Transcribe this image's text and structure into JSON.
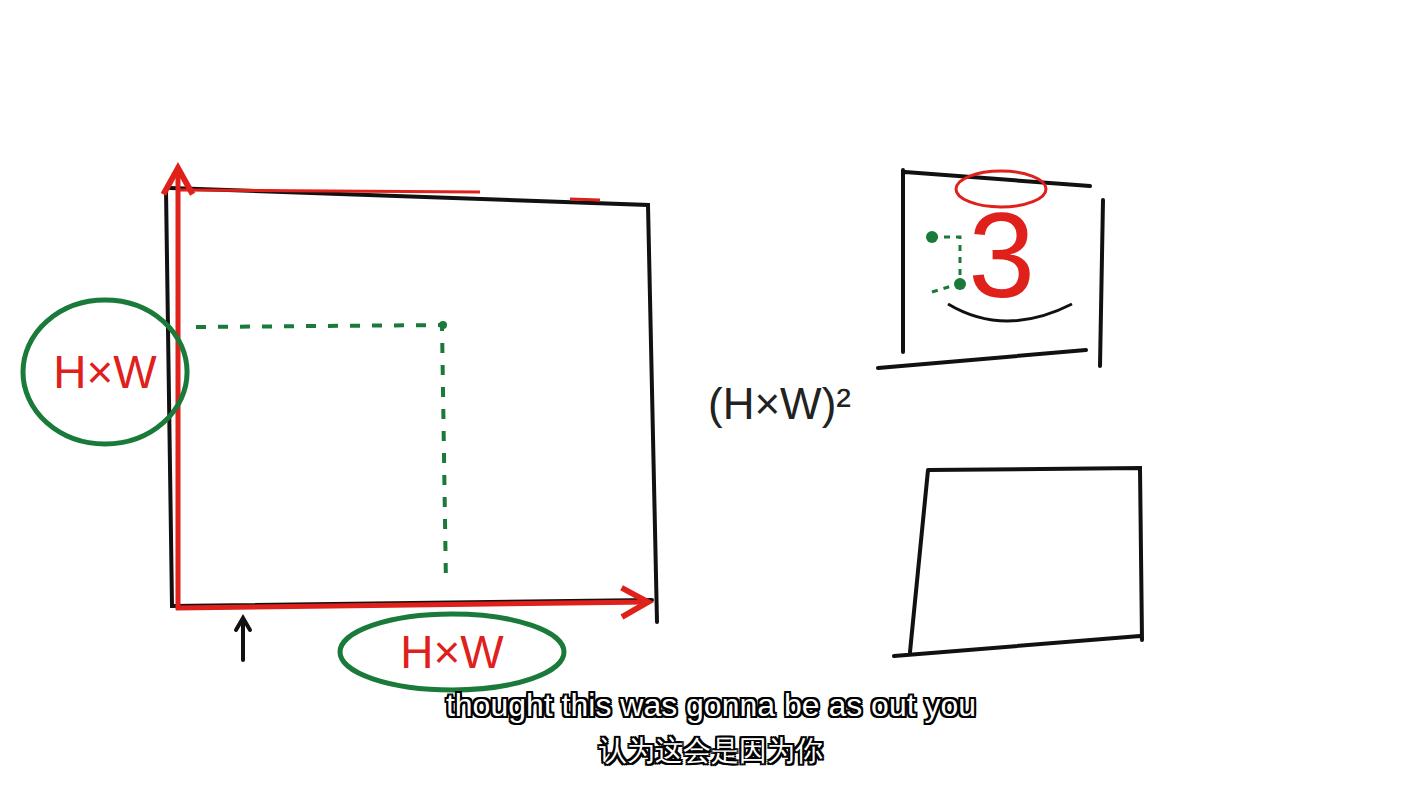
{
  "diagram": {
    "nodes": [
      {
        "text": [
          "H×W"
        ]
      },
      {
        "text": [
          "H×W"
        ]
      },
      {
        "text": [
          "3"
        ]
      }
    ],
    "labels": [
      "(H×W)²",
      "thought this was gonna be as out you",
      "认为这会是因为你"
    ]
  }
}
